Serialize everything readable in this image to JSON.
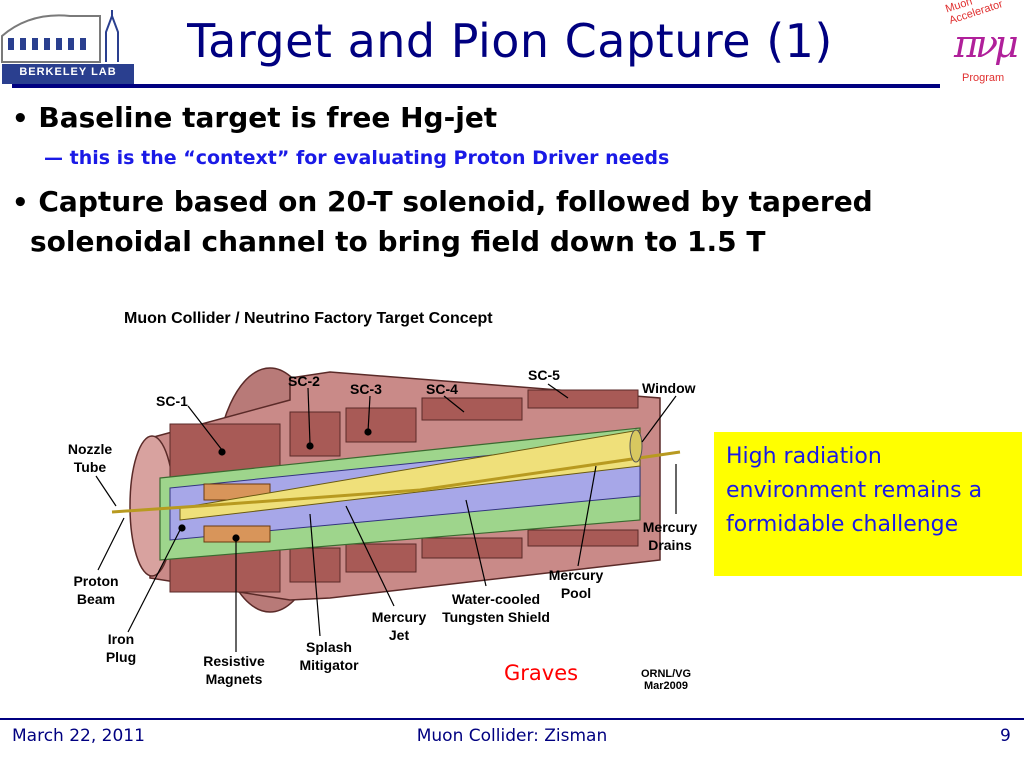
{
  "slide": {
    "title": "Target and Pion Capture (1)",
    "logo_left": {
      "text": "BERKELEY LAB"
    },
    "logo_right": {
      "ring_text": "Muon Accelerator",
      "bottom_text": "Program",
      "glyphs": "πνμ"
    }
  },
  "bullets": [
    {
      "text": "Baseline target is free Hg-jet",
      "sub": "this is the “context” for evaluating Proton Driver needs"
    },
    {
      "line1": "Capture based on 20-T solenoid, followed by tapered",
      "line2": "solenoidal channel to bring field down to 1.5 T"
    }
  ],
  "diagram": {
    "title": "Muon Collider / Neutrino Factory Target Concept",
    "labels": {
      "sc1": "SC-1",
      "sc2": "SC-2",
      "sc3": "SC-3",
      "sc4": "SC-4",
      "sc5": "SC-5",
      "window": "Window",
      "nozzle1": "Nozzle",
      "nozzle2": "Tube",
      "proton1": "Proton",
      "proton2": "Beam",
      "iron1": "Iron",
      "iron2": "Plug",
      "resistive1": "Resistive",
      "resistive2": "Magnets",
      "splash1": "Splash",
      "splash2": "Mitigator",
      "hgjet1": "Mercury",
      "hgjet2": "Jet",
      "shield1": "Water-cooled",
      "shield2": "Tungsten Shield",
      "pool1": "Mercury",
      "pool2": "Pool",
      "drains1": "Mercury",
      "drains2": "Drains"
    },
    "credit": "Graves",
    "ornl1": "ORNL/VG",
    "ornl2": "Mar2009"
  },
  "callout": "High radiation environment remains a formidable challenge",
  "footer": {
    "date": "March 22, 2011",
    "center": "Muon Collider: Zisman",
    "page": "9"
  },
  "colors": {
    "title": "#000080",
    "callout_bg": "#ffff00",
    "callout_text": "#1a1ae6",
    "credit": "#ff0000"
  }
}
